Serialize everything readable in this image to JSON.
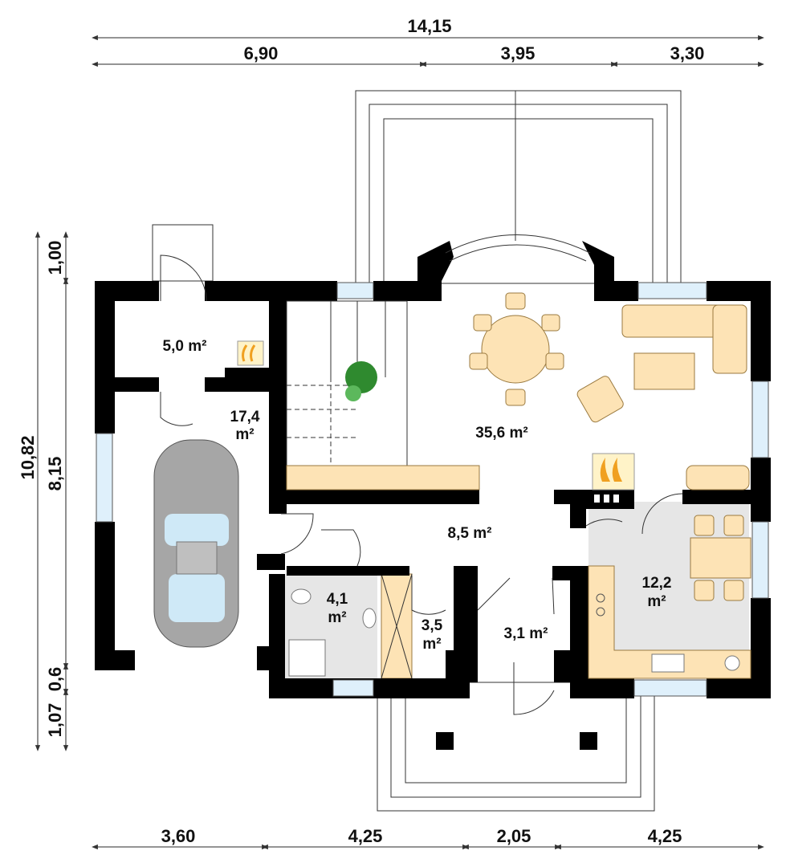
{
  "dimensions": {
    "top_total": "14,15",
    "top_segments": [
      "6,90",
      "3,95",
      "3,30"
    ],
    "bottom_segments": [
      "3,60",
      "4,25",
      "2,05",
      "4,25"
    ],
    "left_total": "10,82",
    "left_segments": [
      "1,00",
      "8,15",
      "0,6",
      "1,07"
    ]
  },
  "rooms": {
    "boiler": "5,0 m²",
    "garage_a": "17,4",
    "garage_b": "m²",
    "living": "35,6 m²",
    "hall": "8,5 m²",
    "bath_a": "4,1",
    "bath_b": "m²",
    "storage_a": "3,5",
    "storage_b": "m²",
    "vestibule": "3,1 m²",
    "kitchen_a": "12,2",
    "kitchen_b": "m²"
  },
  "colors": {
    "wall": "#000000",
    "furniture": "#fde3b5",
    "tile": "#e6e6e6",
    "window": "#dff0fb"
  }
}
